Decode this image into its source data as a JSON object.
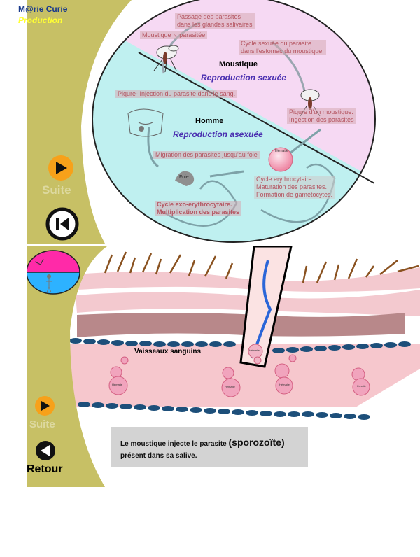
{
  "brand": {
    "title": "M@rie Curie",
    "subtitle": "Production"
  },
  "cycle": {
    "mosquito_title": "Moustique",
    "mosquito_subtitle": "Reproduction sexuée",
    "human_title": "Homme",
    "human_subtitle": "Reproduction asexuée",
    "labels": {
      "passage": "Passage des parasites\ndans les glandes salivaires",
      "moustique_parasitee": "Moustique ♀ parasitée",
      "cycle_sexuee": "Cycle sexuée du parasite\ndans l'estomac du moustique.",
      "piqure_injection": "Piqure- Injection du parasite dans le sang.",
      "piqure_moustique": "Piqure d'un moustique.\nIngestion des parasites",
      "migration": "Migration des parasites jusqu'au foie",
      "cycle_erythro": "Cycle erythrocytaire\nMaturation des parasites.\nFormation de gamétocytes.",
      "cycle_exo": "Cycle exo-erythrocytaire.\nMultiplication des parasites",
      "foie": "Foie",
      "hematie": "Hématie"
    }
  },
  "nav_top": {
    "next_label": "Suite"
  },
  "scene": {
    "vessels_label": "Vaisseaux sanguins",
    "hematie": "Hématie"
  },
  "caption": {
    "line1_prefix": "Le moustique injecte le parasite ",
    "line1_term": "(sporozoïte)",
    "line2": "présent dans sa salive."
  },
  "nav_bottom": {
    "next_label": "Suite",
    "back_label": "Retour"
  },
  "colors": {
    "olive": "#c7c065",
    "mosquito_zone": "#f6d9f3",
    "human_zone": "#bff0f0",
    "skin": "#f3c9cf",
    "orange": "#f7a11a",
    "vessel": "#1d4f7a"
  }
}
